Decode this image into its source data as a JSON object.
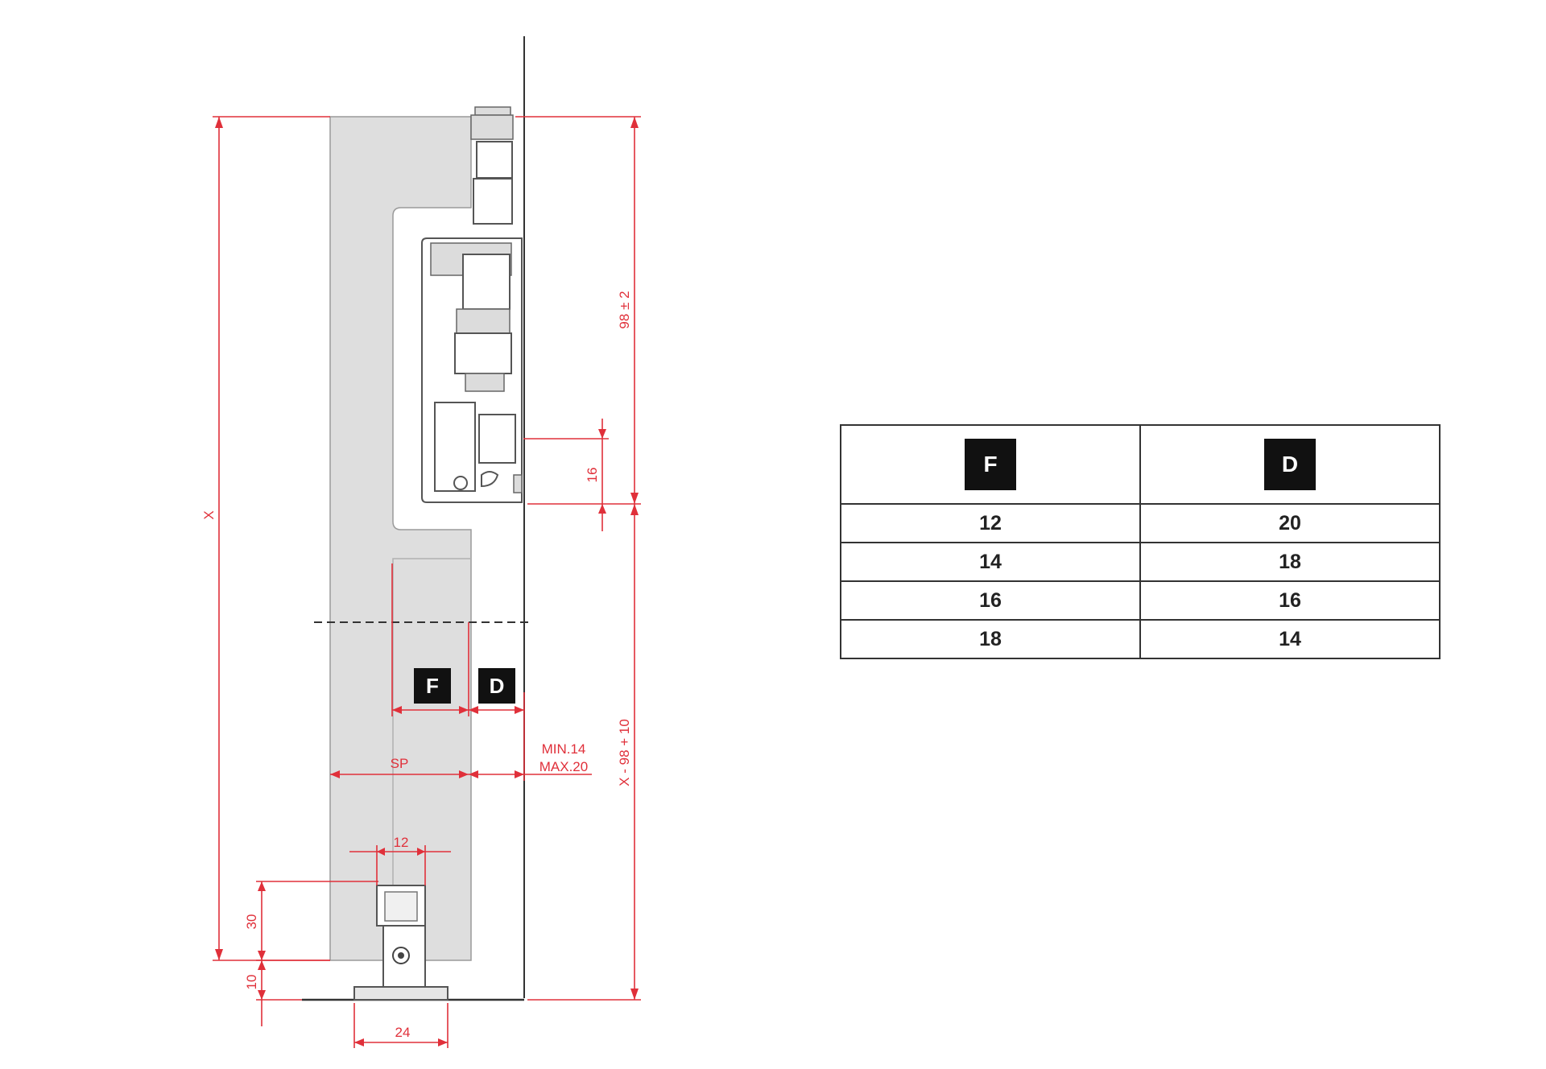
{
  "dimensions": {
    "x": "X",
    "top_height": "98 ± 2",
    "gap": "16",
    "lower_height": "X - 98 + 10",
    "min": "MIN.14",
    "max": "MAX.20",
    "sp": "SP",
    "guide_width": "12",
    "guide_height": "30",
    "floor_gap": "10",
    "base_width": "24"
  },
  "badges": {
    "f": "F",
    "d": "D"
  },
  "table": {
    "headers": [
      "F",
      "D"
    ],
    "rows": [
      [
        "12",
        "20"
      ],
      [
        "14",
        "18"
      ],
      [
        "16",
        "16"
      ],
      [
        "18",
        "14"
      ]
    ]
  }
}
